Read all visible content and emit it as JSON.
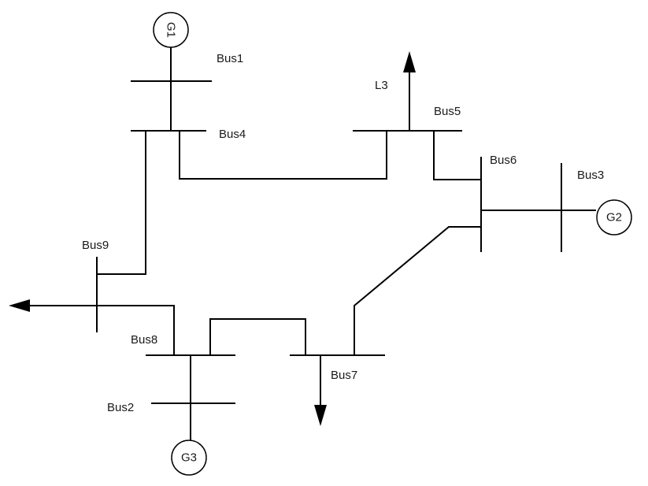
{
  "diagram": {
    "buses": {
      "bus1": "Bus1",
      "bus2": "Bus2",
      "bus3": "Bus3",
      "bus4": "Bus4",
      "bus5": "Bus5",
      "bus6": "Bus6",
      "bus7": "Bus7",
      "bus8": "Bus8",
      "bus9": "Bus9"
    },
    "generators": {
      "g1": "G1",
      "g2": "G2",
      "g3": "G3"
    },
    "loads": {
      "l3": "L3"
    }
  }
}
